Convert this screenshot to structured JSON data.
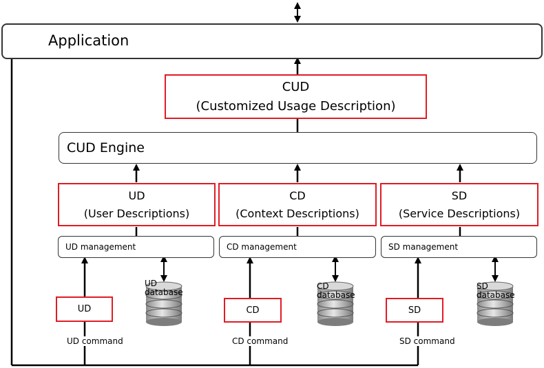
{
  "application": {
    "label": "Application"
  },
  "cud": {
    "title": "CUD",
    "subtitle": "(Customized Usage Description)"
  },
  "engine": {
    "label": "CUD Engine"
  },
  "descriptions": [
    {
      "title": "UD",
      "subtitle": "(User Descriptions)"
    },
    {
      "title": "CD",
      "subtitle": "(Context Descriptions)"
    },
    {
      "title": "SD",
      "subtitle": "(Service Descriptions)"
    }
  ],
  "management": [
    "UD management",
    "CD management",
    "SD management"
  ],
  "databases": [
    {
      "line1": "UD",
      "line2": "database"
    },
    {
      "line1": "CD",
      "line2": "database"
    },
    {
      "line1": "SD",
      "line2": "database"
    }
  ],
  "commands": [
    {
      "box": "UD",
      "label": "UD command"
    },
    {
      "box": "CD",
      "label": "CD command"
    },
    {
      "box": "SD",
      "label": "SD command"
    }
  ]
}
